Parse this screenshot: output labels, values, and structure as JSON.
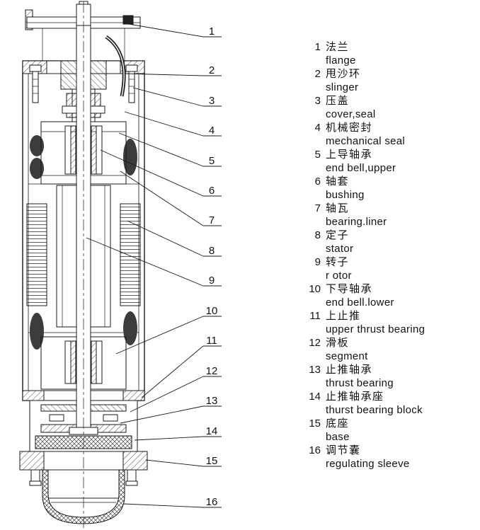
{
  "figure": {
    "kind": "sectional technical drawing",
    "subject": "submersible motor cross-section with numbered part callouts"
  },
  "colors": {
    "line": "#1a1a1a",
    "background": "#ffffff",
    "dark_fill": "#3c3c3c",
    "text": "#111111"
  },
  "parts": [
    {
      "num": "1",
      "cn": "法兰",
      "en": "flange"
    },
    {
      "num": "2",
      "cn": "甩沙环",
      "en": "slinger"
    },
    {
      "num": "3",
      "cn": "压盖",
      "en": "cover,seal"
    },
    {
      "num": "4",
      "cn": "机械密封",
      "en": "mechanical seal"
    },
    {
      "num": "5",
      "cn": "上导轴承",
      "en": "end bell,upper"
    },
    {
      "num": "6",
      "cn": "轴套",
      "en": "bushing"
    },
    {
      "num": "7",
      "cn": "轴瓦",
      "en": "bearing.liner"
    },
    {
      "num": "8",
      "cn": "定子",
      "en": "stator"
    },
    {
      "num": "9",
      "cn": "转子",
      "en": "r otor"
    },
    {
      "num": "10",
      "cn": "下导轴承",
      "en": "end bell.lower"
    },
    {
      "num": "11",
      "cn": "上止推",
      "en": "upper thrust bearing"
    },
    {
      "num": "12",
      "cn": "滑板",
      "en": "segment"
    },
    {
      "num": "13",
      "cn": "止推轴承",
      "en": "thrust bearing"
    },
    {
      "num": "14",
      "cn": "止推轴承座",
      "en": "thurst bearing block"
    },
    {
      "num": "15",
      "cn": "底座",
      "en": "base"
    },
    {
      "num": "16",
      "cn": "调节囊",
      "en": "regulating sleeve"
    }
  ]
}
